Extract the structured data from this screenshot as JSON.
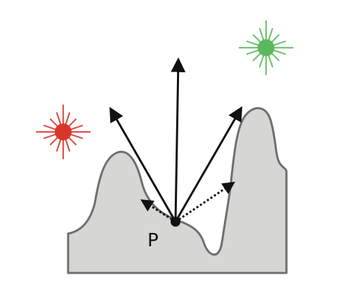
{
  "point_label": "P",
  "colors": {
    "terrain_fill": "#d6d6d4",
    "terrain_stroke": "#6f6f6f",
    "arrow": "#111111",
    "red_light": "#d8362b",
    "green_light": "#5cb85c"
  },
  "lights": [
    {
      "name": "red-light",
      "color": "#d8362b"
    },
    {
      "name": "green-light",
      "color": "#5cb85c"
    }
  ]
}
